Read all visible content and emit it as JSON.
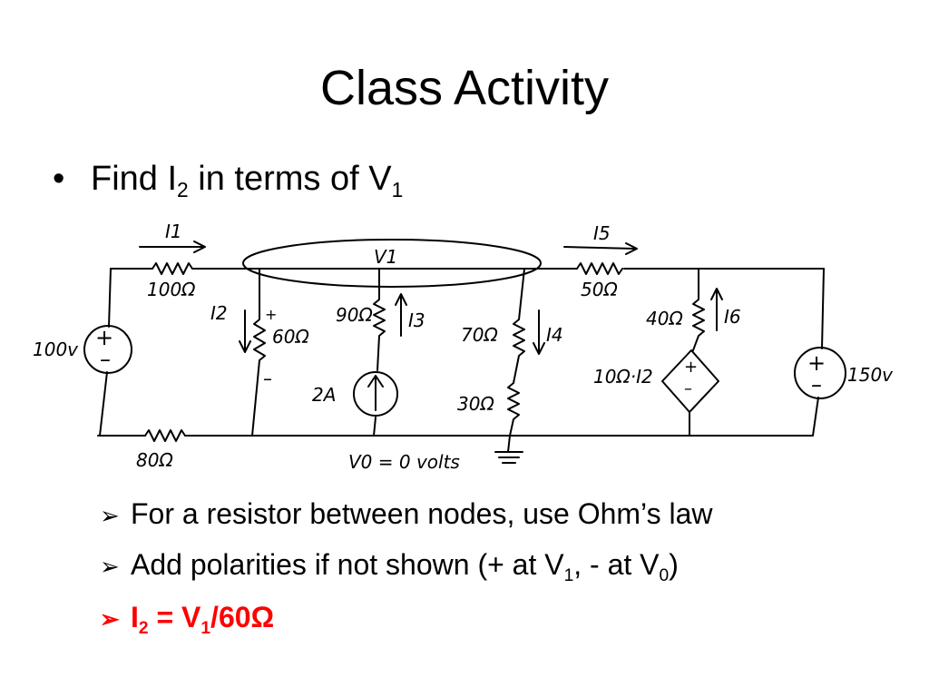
{
  "slide": {
    "title": "Class Activity",
    "bullet": {
      "marker": "•",
      "text_a": "Find I",
      "sub_a": "2",
      "text_b": " in terms of V",
      "sub_b": "1"
    },
    "circuit": {
      "labels": {
        "i1": "I1",
        "i2": "I2",
        "i3": "I3",
        "i4": "I4",
        "i5": "I5",
        "i6": "I6",
        "v1": "V1",
        "r100": "100Ω",
        "r80": "80Ω",
        "r60": "60Ω",
        "r90": "90Ω",
        "r70": "70Ω",
        "r30": "30Ω",
        "r50": "50Ω",
        "r40": "40Ω",
        "src100": "100v",
        "src150": "150v",
        "src2a": "2A",
        "dep": "10Ω·I2",
        "v0": "V0 = 0 volts",
        "plus": "+",
        "minus": "–"
      }
    },
    "sub_bullets": [
      {
        "marker": "➢",
        "text": "For a resistor between nodes, use Ohm’s law"
      },
      {
        "marker": "➢",
        "text_a": "Add polarities if not shown (+ at V",
        "sub_a": "1",
        "text_b": ", - at V",
        "sub_b": "0",
        "text_c": ")"
      },
      {
        "marker": "➢",
        "text_a": "I",
        "sub_a": "2",
        "text_b": " = V",
        "sub_b": "1",
        "text_c": "/60Ω"
      }
    ],
    "colors": {
      "highlight": "#ff0000"
    }
  }
}
